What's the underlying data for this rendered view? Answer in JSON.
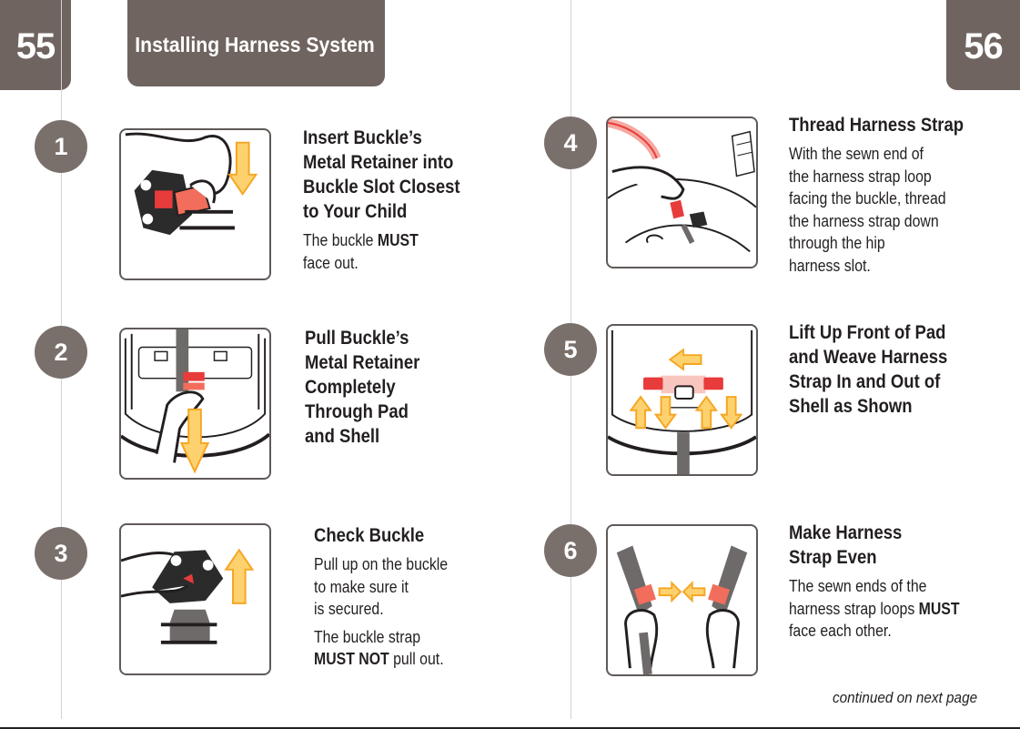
{
  "header": {
    "left_page_number": "55",
    "right_page_number": "56",
    "section_title": "Installing Harness System"
  },
  "steps": [
    {
      "number": "1",
      "title": "Insert Buckle’s\nMetal Retainer into\nBuckle Slot Closest\nto Your Child",
      "body": [
        {
          "pre": "The buckle ",
          "bold": "MUST",
          "post": "\nface out."
        }
      ]
    },
    {
      "number": "2",
      "title": "Pull Buckle’s\nMetal Retainer\nCompletely\nThrough Pad\nand Shell",
      "body": []
    },
    {
      "number": "3",
      "title": "Check Buckle",
      "body": [
        {
          "pre": "Pull up on the buckle\nto make sure it\nis secured.",
          "bold": "",
          "post": ""
        },
        {
          "pre": "The buckle strap\n",
          "bold": "MUST NOT",
          "post": " pull out."
        }
      ]
    },
    {
      "number": "4",
      "title": "Thread Harness Strap",
      "body": [
        {
          "pre": "With the sewn end of\nthe harness strap loop\nfacing the buckle, thread\nthe harness strap down\nthrough the hip\nharness slot.",
          "bold": "",
          "post": ""
        }
      ]
    },
    {
      "number": "5",
      "title": "Lift Up Front of Pad\nand Weave Harness\nStrap In and Out of\nShell as Shown",
      "body": []
    },
    {
      "number": "6",
      "title": "Make Harness\nStrap Even",
      "body": [
        {
          "pre": "The sewn ends of the\nharness strap loops ",
          "bold": "MUST",
          "post": "\nface each other."
        }
      ]
    }
  ],
  "footer": {
    "continued": "continued on next page"
  },
  "colors": {
    "tab_bg": "#6f645f",
    "circle_bg": "#7a706b",
    "arrow_fill": "#fdd26e",
    "arrow_stroke": "#f5a623",
    "accent_red": "#e83b3b",
    "strap_gray": "#6d6a69"
  },
  "icons": {
    "step1": "hand-inserting-buckle-illustration",
    "step2": "hand-pulling-retainer-illustration",
    "step3": "hands-checking-buckle-illustration",
    "step4": "hand-threading-strap-illustration",
    "step5": "weave-strap-shell-illustration",
    "step6": "hands-even-straps-illustration"
  }
}
